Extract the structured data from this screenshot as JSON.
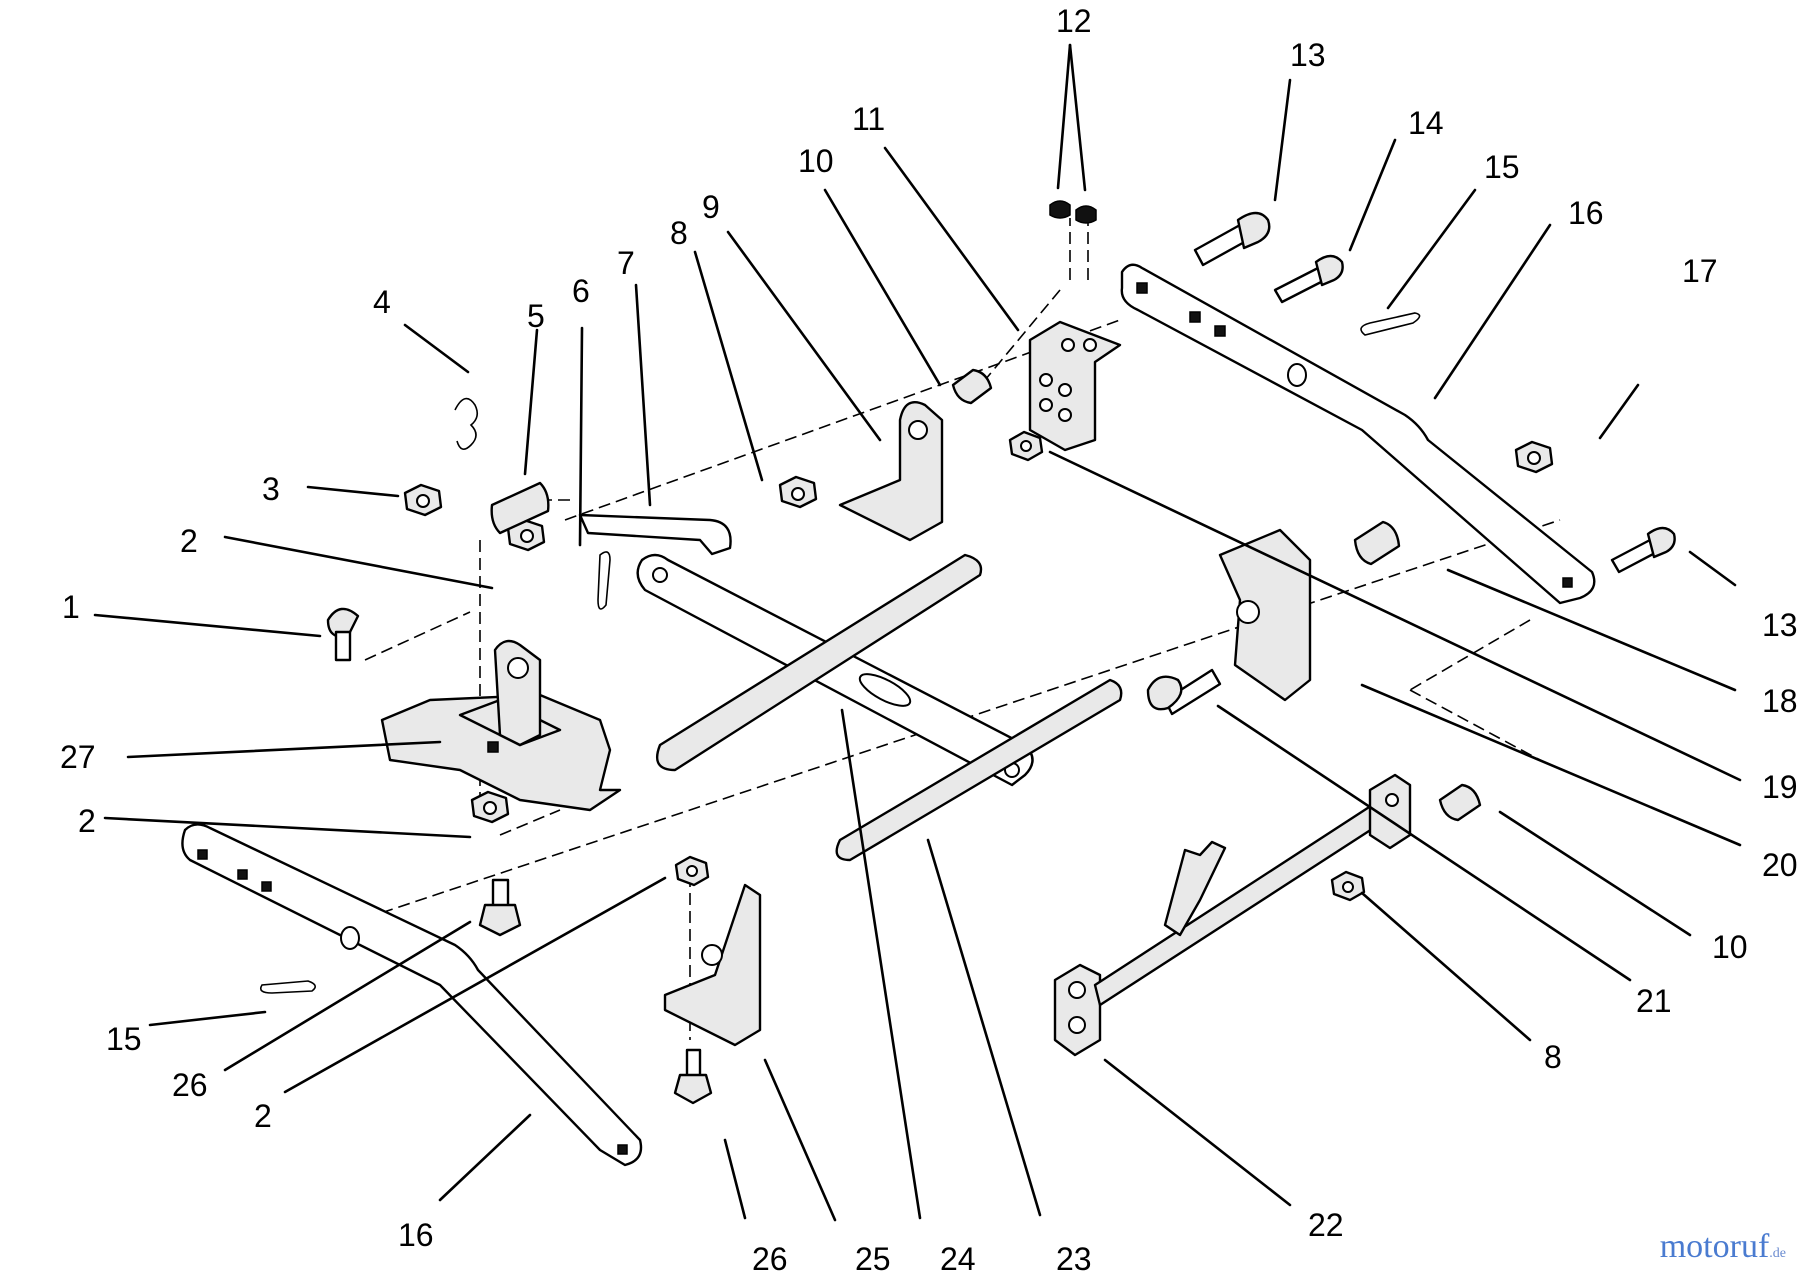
{
  "diagram": {
    "callouts": [
      "12",
      "13",
      "14",
      "15",
      "16",
      "11",
      "10",
      "9",
      "8",
      "7",
      "6",
      "5",
      "4",
      "3",
      "2",
      "1",
      "27",
      "2",
      "15",
      "26",
      "2",
      "16",
      "26",
      "25",
      "24",
      "23",
      "22",
      "8",
      "21",
      "10",
      "20",
      "19",
      "18",
      "13",
      "17"
    ]
  },
  "brand": {
    "name": "motoruf",
    "tld": ".de"
  },
  "colors": {
    "ink": "#000000",
    "brand": "#4a7bd0",
    "background": "#ffffff"
  }
}
